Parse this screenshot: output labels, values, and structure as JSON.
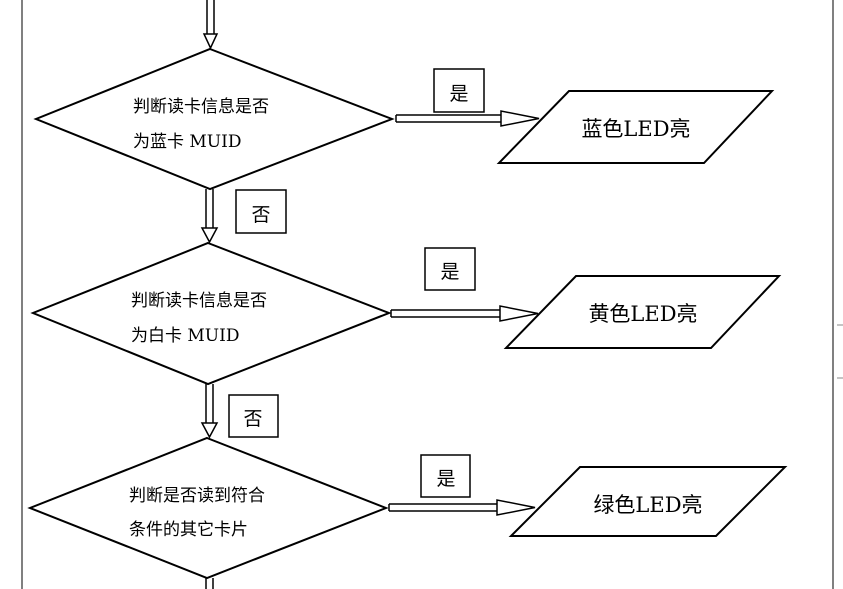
{
  "decisions": [
    {
      "line1": "判断读卡信息是否",
      "line2": "为蓝卡 MUID"
    },
    {
      "line1": "判断读卡信息是否",
      "line2": "为白卡 MUID"
    },
    {
      "line1": "判断是否读到符合",
      "line2": "条件的其它卡片"
    }
  ],
  "outputs": [
    {
      "label": "蓝色LED亮"
    },
    {
      "label": "黄色LED亮"
    },
    {
      "label": "绿色LED亮"
    }
  ],
  "yes_labels": [
    "是",
    "是",
    "是"
  ],
  "no_labels": [
    "否",
    "否"
  ]
}
